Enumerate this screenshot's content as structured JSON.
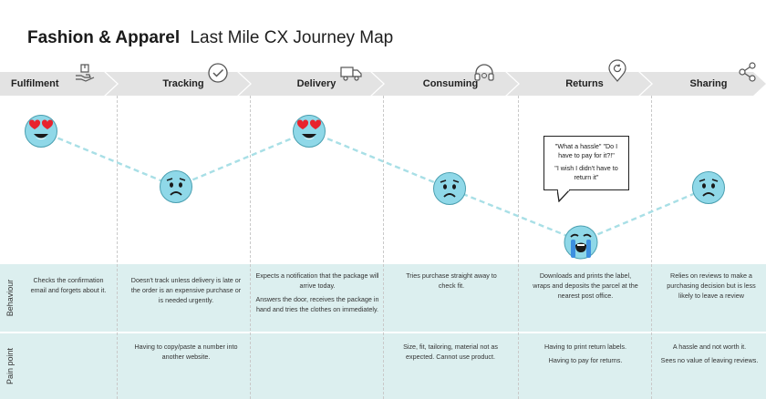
{
  "title": {
    "brand": "Fashion & Apparel",
    "subtitle": "Last Mile CX Journey Map"
  },
  "stages": [
    {
      "label": "Fulfilment",
      "icon": "package-hand-icon"
    },
    {
      "label": "Tracking",
      "icon": "check-circle-icon"
    },
    {
      "label": "Delivery",
      "icon": "delivery-truck-icon"
    },
    {
      "label": "Consuming",
      "icon": "headphones-icon"
    },
    {
      "label": "Returns",
      "icon": "return-location-icon"
    },
    {
      "label": "Sharing",
      "icon": "share-icon"
    }
  ],
  "emotions": [
    {
      "stage": "Fulfilment",
      "face": "heart-eyes"
    },
    {
      "stage": "Tracking",
      "face": "worried"
    },
    {
      "stage": "Delivery",
      "face": "heart-eyes"
    },
    {
      "stage": "Consuming",
      "face": "worried"
    },
    {
      "stage": "Returns",
      "face": "crying"
    },
    {
      "stage": "Sharing",
      "face": "worried"
    }
  ],
  "quote": {
    "line1": "\"What a hassle\" \"Do I have to pay for it?!\"",
    "line2": "\"I wish I didn't have to return it\""
  },
  "rows": {
    "behaviour": {
      "label": "Behaviour",
      "cells": [
        [
          "Checks the confirmation email and forgets about it."
        ],
        [
          "Doesn't track unless delivery is late or the order is an expensive purchase or is needed urgently."
        ],
        [
          "Expects a notification that the package will arrive today.",
          "Answers the door, receives the package in hand and tries the clothes on immediately."
        ],
        [
          "Tries purchase straight away to check fit."
        ],
        [
          "Downloads and prints the label, wraps and deposits the parcel at the nearest post office."
        ],
        [
          "Relies on reviews to make a purchasing decision but is less likely to leave a review"
        ]
      ]
    },
    "pain_point": {
      "label": "Pain point",
      "cells": [
        [],
        [
          "Having to copy/paste a number into another website."
        ],
        [],
        [
          "Size, fit, tailoring, material not as expected. Cannot use product."
        ],
        [
          "Having to print return labels.",
          "Having to pay for returns."
        ],
        [
          "A hassle and not worth it.",
          "Sees no value of leaving reviews."
        ]
      ]
    }
  },
  "colors": {
    "band": "#dcefef",
    "stage_bar": "#e3e3e3",
    "face": "#8fd8e8",
    "line": "#a8dfe6"
  }
}
